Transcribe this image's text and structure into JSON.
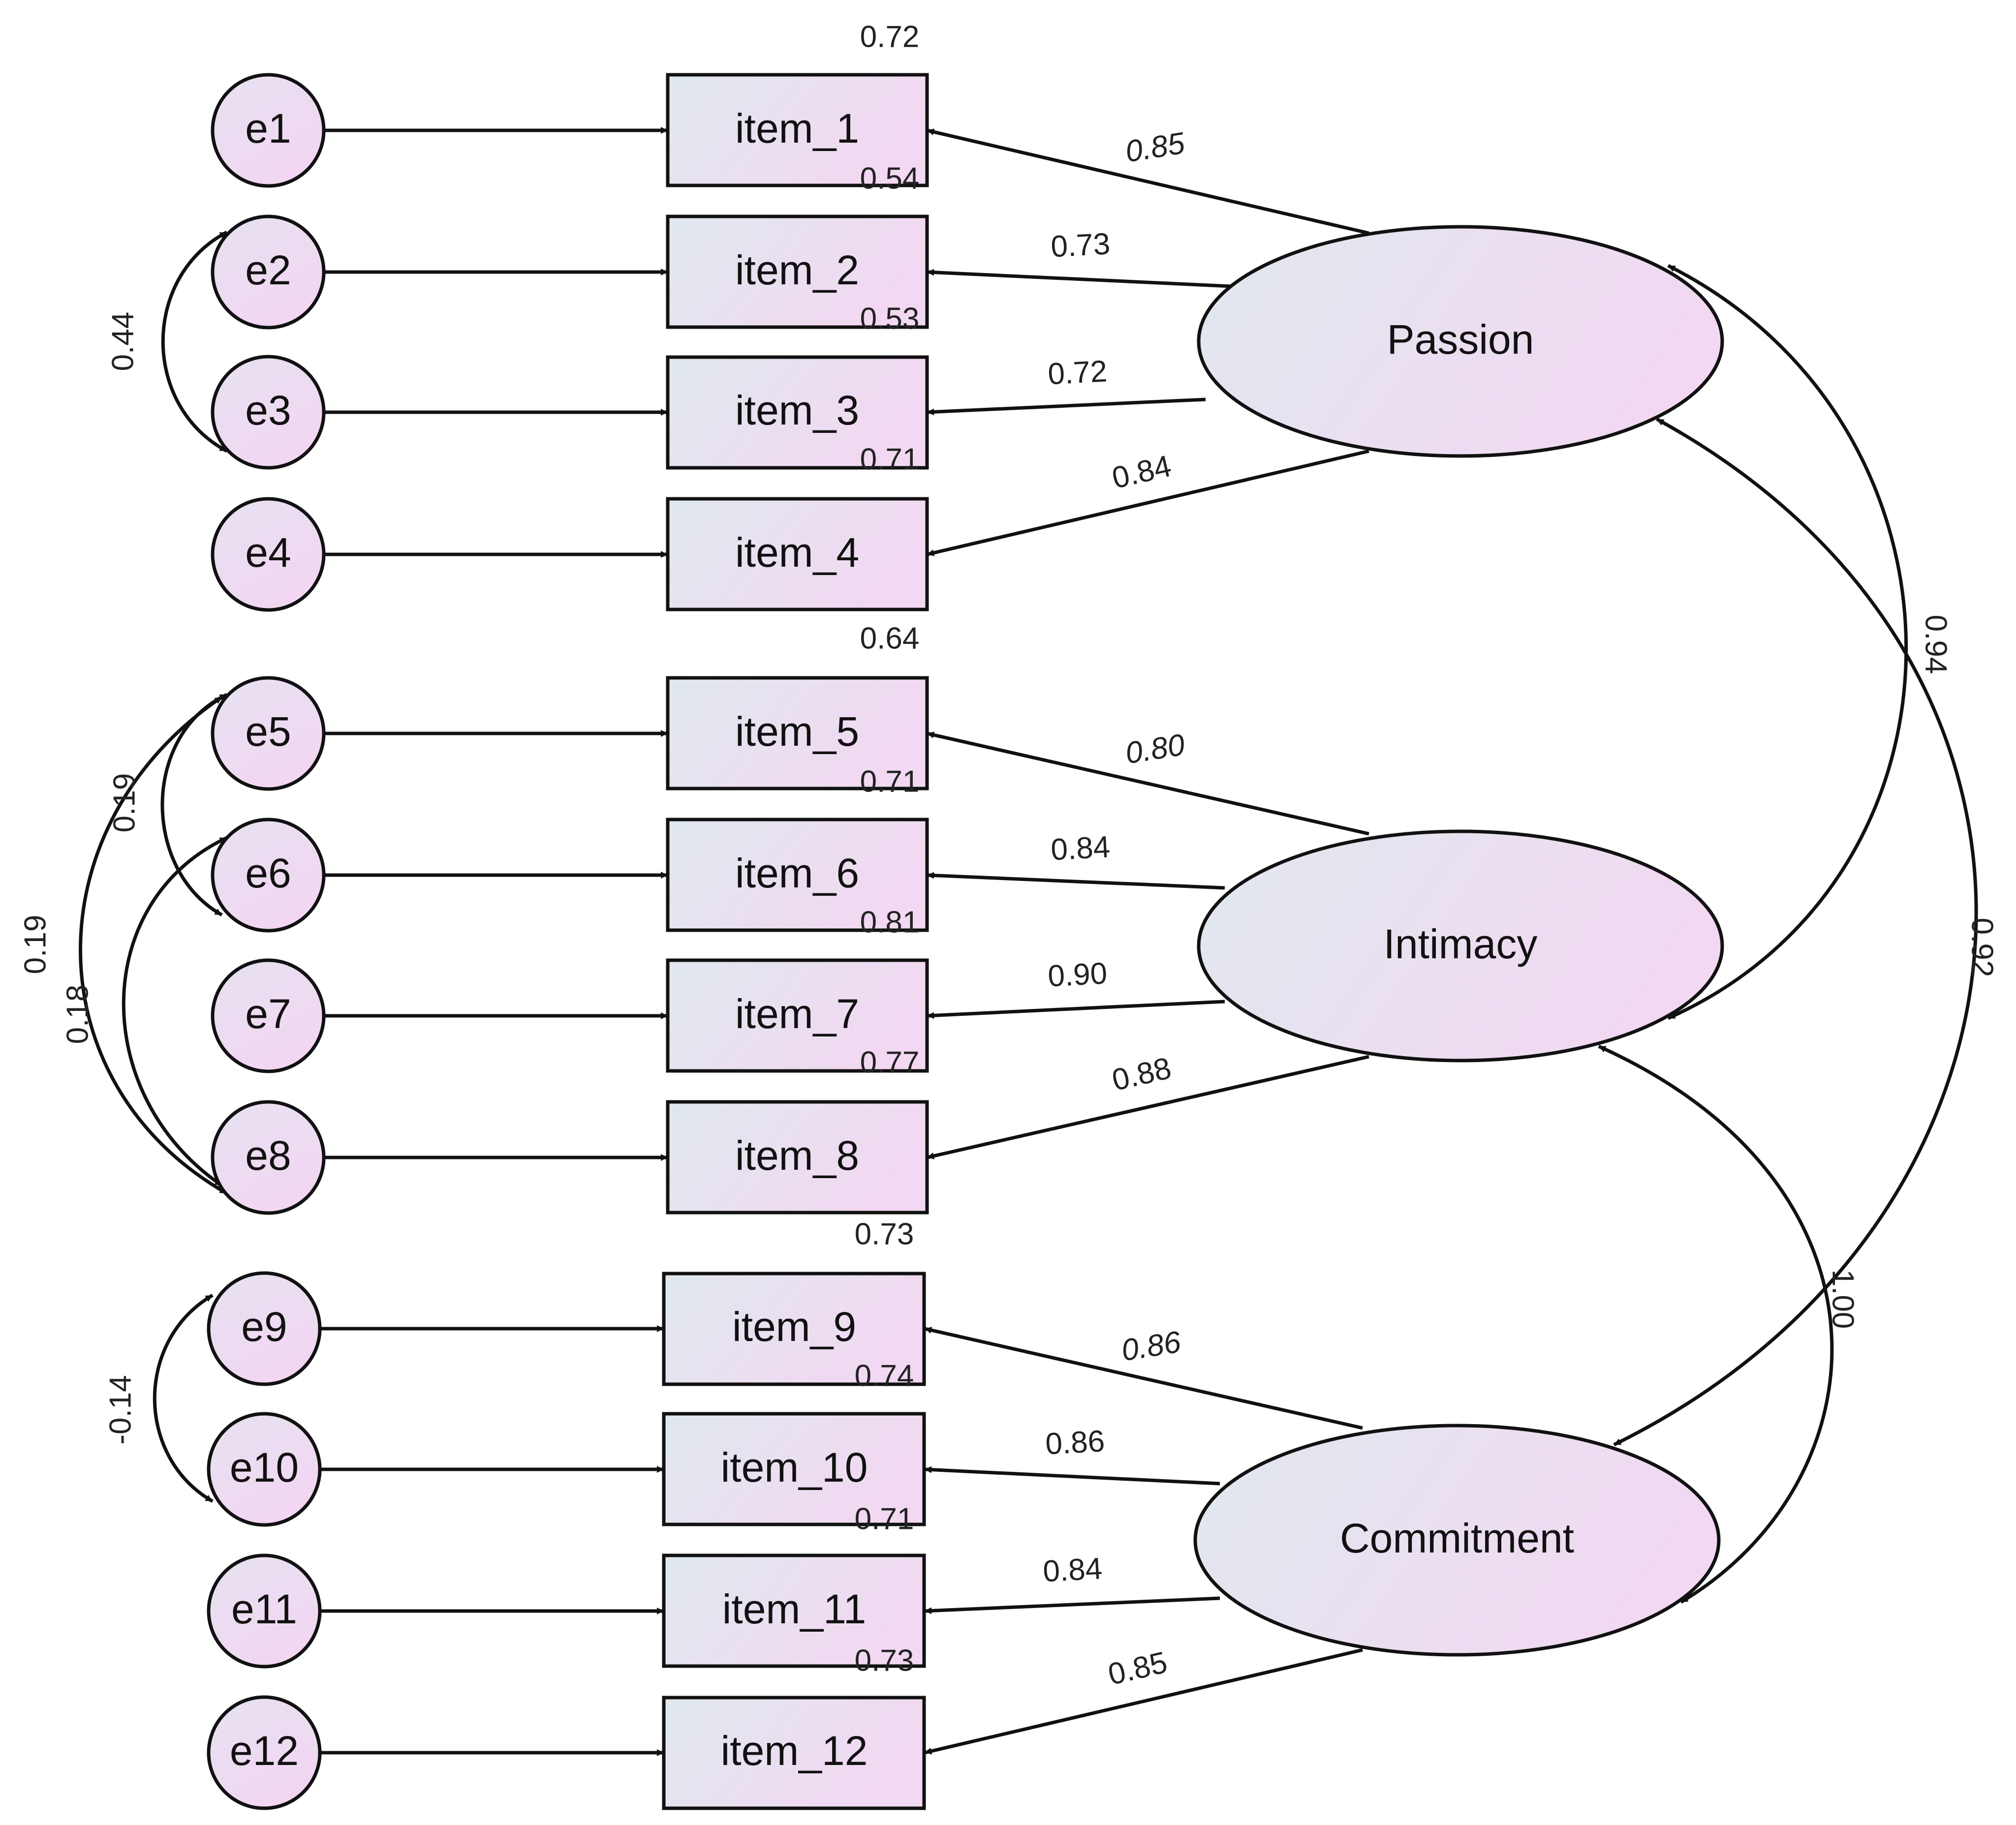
{
  "error_terms": [
    "e1",
    "e2",
    "e3",
    "e4",
    "e5",
    "e6",
    "e7",
    "e8",
    "e9",
    "e10",
    "e11",
    "e12"
  ],
  "items": [
    {
      "label": "item_1",
      "r2": "0.72",
      "loading": "0.85",
      "italic": true
    },
    {
      "label": "item_2",
      "r2": "0.54",
      "loading": "0.73",
      "italic": false
    },
    {
      "label": "item_3",
      "r2": "0.53",
      "loading": "0.72",
      "italic": false
    },
    {
      "label": "item_4",
      "r2": "0.71",
      "loading": "0.84",
      "italic": false
    },
    {
      "label": "item_5",
      "r2": "0.64",
      "loading": "0.80",
      "italic": true
    },
    {
      "label": "item_6",
      "r2": "0.71",
      "loading": "0.84",
      "italic": false
    },
    {
      "label": "item_7",
      "r2": "0.81",
      "loading": "0.90",
      "italic": false
    },
    {
      "label": "item_8",
      "r2": "0.77",
      "loading": "0.88",
      "italic": false
    },
    {
      "label": "item_9",
      "r2": "0.73",
      "loading": "0.86",
      "italic": true
    },
    {
      "label": "item_10",
      "r2": "0.74",
      "loading": "0.86",
      "italic": false
    },
    {
      "label": "item_11",
      "r2": "0.71",
      "loading": "0.84",
      "italic": false
    },
    {
      "label": "item_12",
      "r2": "0.73",
      "loading": "0.85",
      "italic": false
    }
  ],
  "factors": [
    {
      "label": "Passion"
    },
    {
      "label": "Intimacy"
    },
    {
      "label": "Commitment"
    }
  ],
  "factor_correlations": [
    {
      "from": "Passion",
      "to": "Intimacy",
      "value": "0.94"
    },
    {
      "from": "Passion",
      "to": "Commitment",
      "value": "0.92"
    },
    {
      "from": "Intimacy",
      "to": "Commitment",
      "value": "1.00"
    }
  ],
  "error_covariances": [
    {
      "from": "e2",
      "to": "e3",
      "value": "0.44"
    },
    {
      "from": "e5",
      "to": "e6",
      "value": "0.19"
    },
    {
      "from": "e5",
      "to": "e8",
      "value": "0.19"
    },
    {
      "from": "e6",
      "to": "e8",
      "value": "0.18"
    },
    {
      "from": "e9",
      "to": "e10",
      "value": "-0.14"
    }
  ],
  "colors": {
    "stroke": "#111111",
    "fill_left": "#e0e8ee",
    "fill_right": "#f2d8f2",
    "error_fill": "#f0dcf2"
  }
}
